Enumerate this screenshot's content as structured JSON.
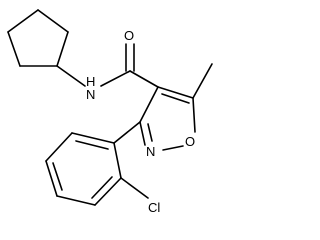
{
  "molecule": {
    "atom_labels": {
      "carbonyl_oxygen": "O",
      "amide_nitrogen_h": "H",
      "amide_nitrogen": "N",
      "ring_oxygen": "O",
      "ring_nitrogen": "N",
      "chlorine": "Cl"
    }
  },
  "colors": {
    "bond": "#000000",
    "label": "#000000",
    "background": "#ffffff"
  }
}
